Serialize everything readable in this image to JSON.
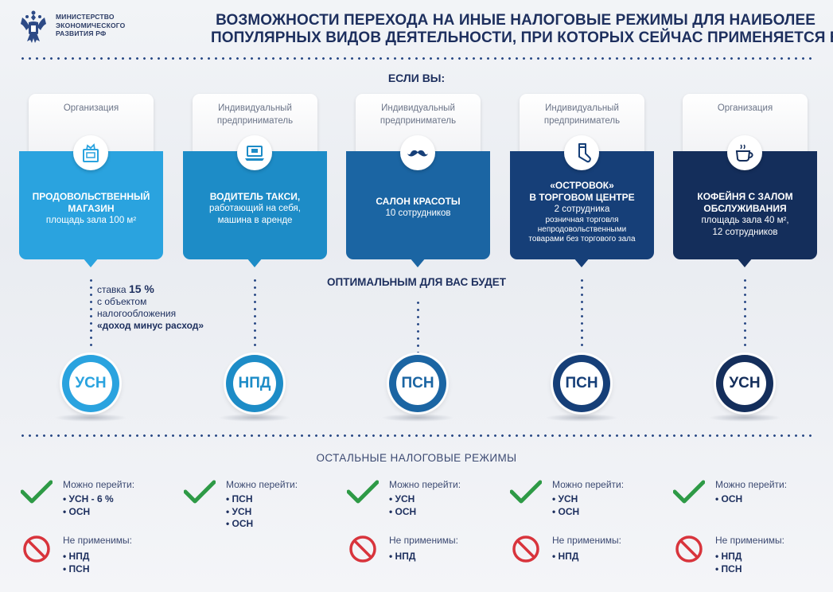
{
  "header": {
    "ministry_lines": [
      "МИНИСТЕРСТВО",
      "ЭКОНОМИЧЕСКОГО",
      "РАЗВИТИЯ РФ"
    ],
    "title_lines": [
      "ВОЗМОЖНОСТИ ПЕРЕХОДА НА ИНЫЕ НАЛОГОВЫЕ РЕЖИМЫ ДЛЯ НАИБОЛЕЕ",
      "ПОПУЛЯРНЫХ ВИДОВ ДЕЯТЕЛЬНОСТИ, ПРИ КОТОРЫХ СЕЙЧАС ПРИМЕНЯЕТСЯ ЕНВД"
    ]
  },
  "if_you": "ЕСЛИ ВЫ:",
  "optimal": "ОПТИМАЛЬНЫМ ДЛЯ ВАС БУДЕТ",
  "rate_note": {
    "line1_prefix": "ставка ",
    "line1_value": "15 %",
    "line2": "с объектом",
    "line3": "налогообложения",
    "line4": "«доход минус расход»"
  },
  "cards": [
    {
      "entity": [
        "Организация"
      ],
      "icon": "grocery-bag-icon",
      "title": [
        "ПРОДОВОЛЬСТВЕННЫЙ",
        "МАГАЗИН"
      ],
      "sub": [
        "площадь зала 100 м²"
      ],
      "small": [],
      "color": "#2aa3df",
      "regime": "УСН"
    },
    {
      "entity": [
        "Индивидуальный",
        "предприниматель"
      ],
      "icon": "taxi-laptop-icon",
      "title": [
        "ВОДИТЕЛЬ ТАКСИ,"
      ],
      "sub": [
        "работающий на себя,",
        "машина в аренде"
      ],
      "small": [],
      "color": "#1d8cc7",
      "regime": "НПД"
    },
    {
      "entity": [
        "Индивидуальный",
        "предприниматель"
      ],
      "icon": "mustache-icon",
      "title": [
        "САЛОН КРАСОТЫ"
      ],
      "sub": [
        "10 сотрудников"
      ],
      "small": [],
      "color": "#1b65a3",
      "regime": "ПСН"
    },
    {
      "entity": [
        "Индивидуальный",
        "предприниматель"
      ],
      "icon": "sock-icon",
      "title": [
        "«ОСТРОВОК»",
        "В ТОРГОВОМ ЦЕНТРЕ"
      ],
      "sub": [
        "2 сотрудника"
      ],
      "small": [
        "розничная торговля",
        "непродовольственными",
        "товарами без торгового зала"
      ],
      "color": "#163f78",
      "regime": "ПСН"
    },
    {
      "entity": [
        "Организация"
      ],
      "icon": "coffee-cup-icon",
      "title": [
        "КОФЕЙНЯ С ЗАЛОМ",
        "ОБСЛУЖИВАНИЯ"
      ],
      "sub": [
        "площадь зала 40 м²,",
        "12 сотрудников"
      ],
      "small": [],
      "color": "#142e5b",
      "regime": "УСН"
    }
  ],
  "other_title": "ОСТАЛЬНЫЕ НАЛОГОВЫЕ РЕЖИМЫ",
  "can_label": "Можно перейти:",
  "not_label": "Не применимы:",
  "columns": [
    {
      "can": [
        "УСН - 6 %",
        "ОСН"
      ],
      "not": [
        "НПД",
        "ПСН"
      ]
    },
    {
      "can": [
        "ПСН",
        "УСН",
        "ОСН"
      ],
      "not": []
    },
    {
      "can": [
        "УСН",
        "ОСН"
      ],
      "not": [
        "НПД"
      ]
    },
    {
      "can": [
        "УСН",
        "ОСН"
      ],
      "not": [
        "НПД"
      ]
    },
    {
      "can": [
        "ОСН"
      ],
      "not": [
        "НПД",
        "ПСН"
      ]
    }
  ],
  "colors": {
    "navy": "#1d2f5e",
    "check_green": "#2e9a46",
    "ban_red": "#d8343c"
  }
}
